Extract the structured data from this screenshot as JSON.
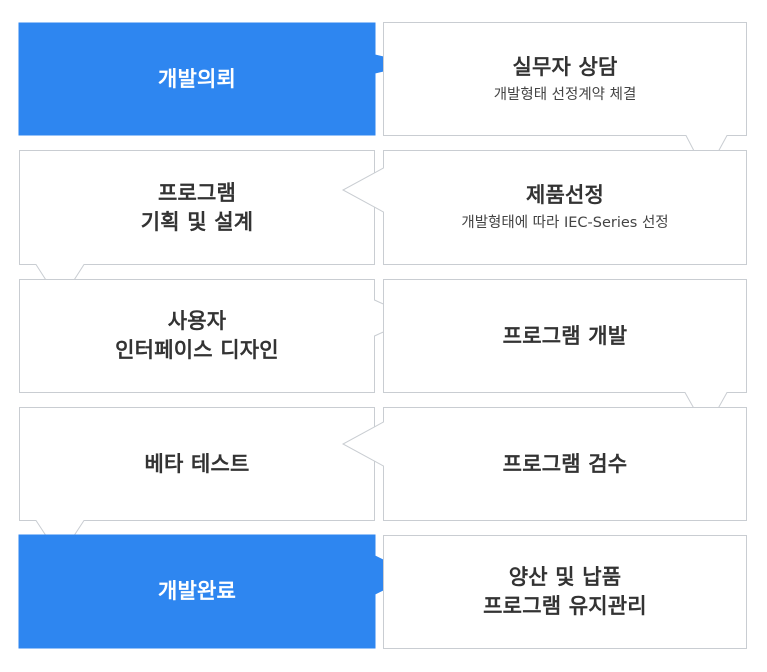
{
  "colors": {
    "accent": "#2e86f0",
    "border": "#c9cdd2",
    "text": "#333333",
    "accent_text": "#ffffff"
  },
  "steps": [
    {
      "title": "개발의뢰"
    },
    {
      "title": "실무자 상담",
      "subtitle": "개발형태 선정계약 체결"
    },
    {
      "title": "제품선정",
      "subtitle": "개발형태에 따라 IEC-Series 선정"
    },
    {
      "title_lines": [
        "프로그램",
        "기획 및 설계"
      ]
    },
    {
      "title_lines": [
        "사용자",
        "인터페이스 디자인"
      ]
    },
    {
      "title": "프로그램 개발"
    },
    {
      "title": "프로그램 검수"
    },
    {
      "title": "베타 테스트"
    },
    {
      "title": "개발완료"
    },
    {
      "title_lines": [
        "양산 및 납품",
        "프로그램 유지관리"
      ]
    }
  ]
}
